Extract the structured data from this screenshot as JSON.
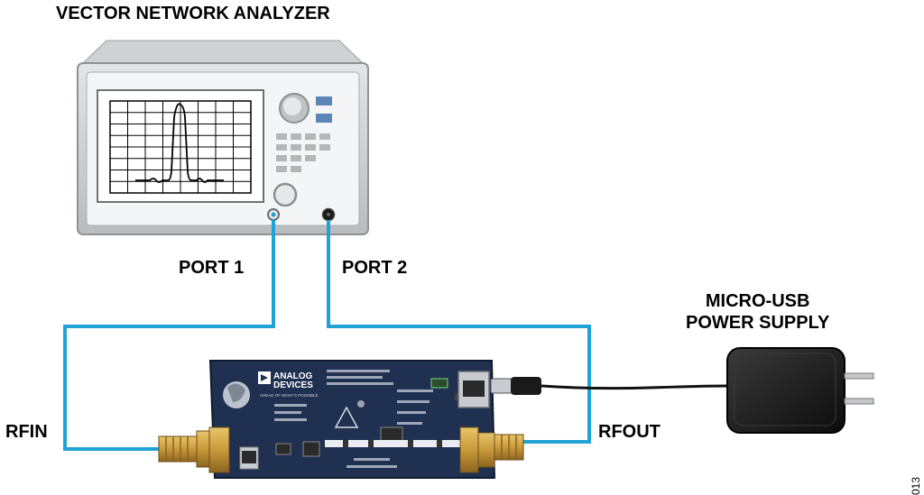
{
  "diagram": {
    "title": "VECTOR NETWORK ANALYZER",
    "labels": {
      "port1": "PORT 1",
      "port2": "PORT 2",
      "power_supply_line1": "MICRO-USB",
      "power_supply_line2": "POWER SUPPLY",
      "rfin": "RFIN",
      "rfout": "RFOUT"
    },
    "board_text": {
      "brand_line1": "ANALOG",
      "brand_line2": "DEVICES",
      "tagline": "AHEAD OF WHAT'S POSSIBLE"
    },
    "figure_id": "013",
    "colors": {
      "cable": "#1fa3d6",
      "analyzer_body": "#c9ccce",
      "screen_grid": "#000000",
      "board": "#1f3050",
      "connector_gold": "#c99a3a",
      "power_supply": "#1a1a1a",
      "button_blue": "#5c86b8"
    }
  }
}
